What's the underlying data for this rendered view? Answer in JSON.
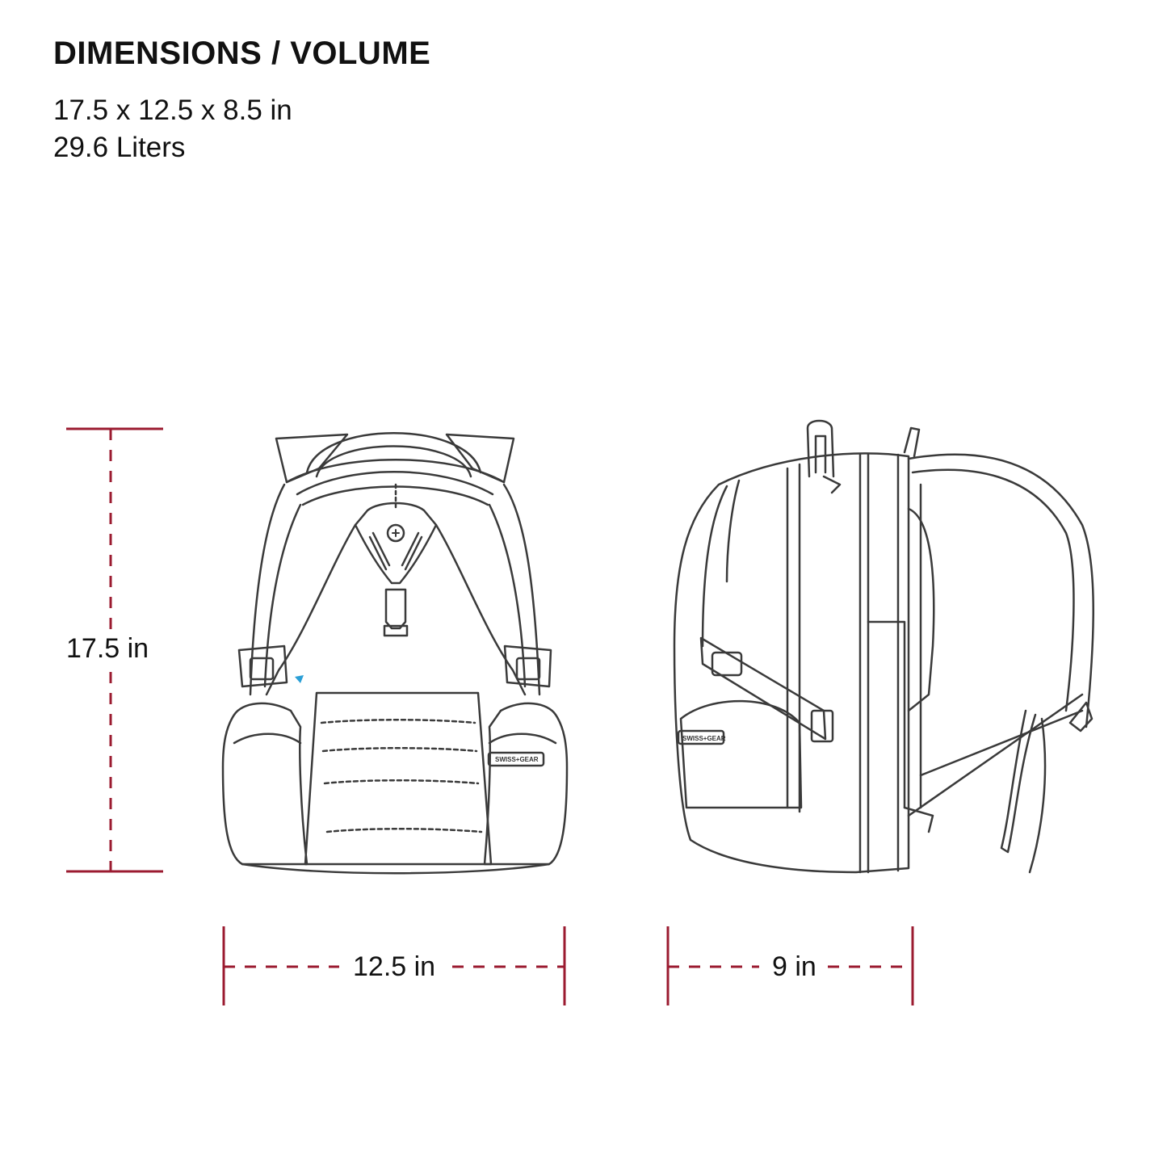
{
  "header": {
    "title": "DIMENSIONS / VOLUME",
    "dimensions": "17.5 x 12.5 x 8.5 in",
    "volume": "29.6 Liters"
  },
  "measurements": {
    "height": "17.5 in",
    "width": "12.5 in",
    "depth": "9 in"
  },
  "brand": {
    "logo_text": "SWISS+GEAR"
  },
  "colors": {
    "dimension_line": "#9b1b30",
    "outline": "#3a3a3a",
    "text": "#111111"
  }
}
